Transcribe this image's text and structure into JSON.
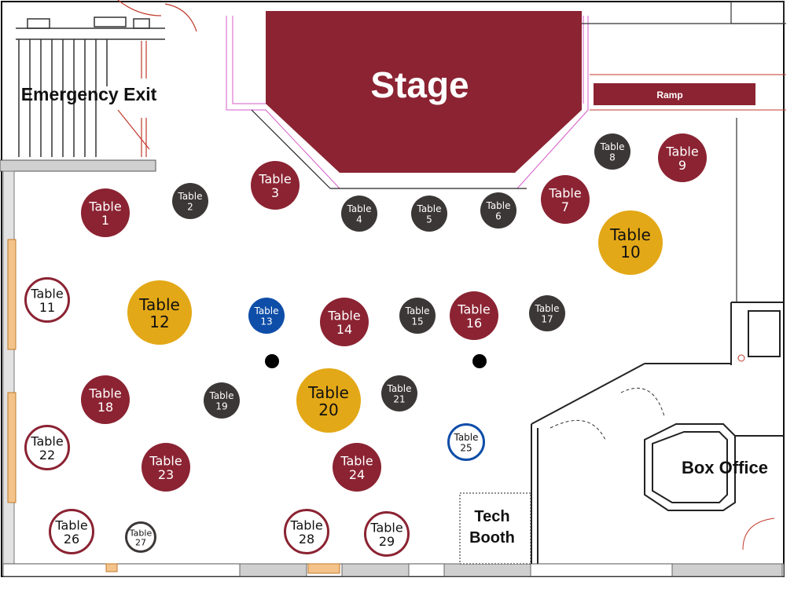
{
  "labels": {
    "stage": "Stage",
    "ramp": "Ramp",
    "emergency_exit": "Emergency Exit",
    "box_office": "Box Office",
    "tech_booth_line1": "Tech",
    "tech_booth_line2": "Booth"
  },
  "table_word": "Table",
  "colors": {
    "maroon": "#8b2332",
    "dark": "#3b3736",
    "gold": "#e3a817",
    "blue": "#0f4ea8",
    "outline_maroon": "#8b2332",
    "outline_blue": "#0f4ea8",
    "outline_dark": "#3b3736"
  },
  "tables": [
    {
      "number": "1",
      "style": "maroon"
    },
    {
      "number": "2",
      "style": "dark"
    },
    {
      "number": "3",
      "style": "maroon"
    },
    {
      "number": "4",
      "style": "dark"
    },
    {
      "number": "5",
      "style": "dark"
    },
    {
      "number": "6",
      "style": "dark"
    },
    {
      "number": "7",
      "style": "maroon"
    },
    {
      "number": "8",
      "style": "dark"
    },
    {
      "number": "9",
      "style": "maroon"
    },
    {
      "number": "10",
      "style": "gold"
    },
    {
      "number": "11",
      "style": "outline_maroon"
    },
    {
      "number": "12",
      "style": "gold"
    },
    {
      "number": "13",
      "style": "blue"
    },
    {
      "number": "14",
      "style": "maroon"
    },
    {
      "number": "15",
      "style": "dark"
    },
    {
      "number": "16",
      "style": "maroon"
    },
    {
      "number": "17",
      "style": "dark"
    },
    {
      "number": "18",
      "style": "maroon"
    },
    {
      "number": "19",
      "style": "dark"
    },
    {
      "number": "20",
      "style": "gold"
    },
    {
      "number": "21",
      "style": "dark"
    },
    {
      "number": "22",
      "style": "outline_maroon"
    },
    {
      "number": "23",
      "style": "maroon"
    },
    {
      "number": "24",
      "style": "maroon"
    },
    {
      "number": "25",
      "style": "outline_blue"
    },
    {
      "number": "26",
      "style": "outline_maroon"
    },
    {
      "number": "27",
      "style": "outline_dark"
    },
    {
      "number": "28",
      "style": "outline_maroon"
    },
    {
      "number": "29",
      "style": "outline_maroon"
    }
  ]
}
